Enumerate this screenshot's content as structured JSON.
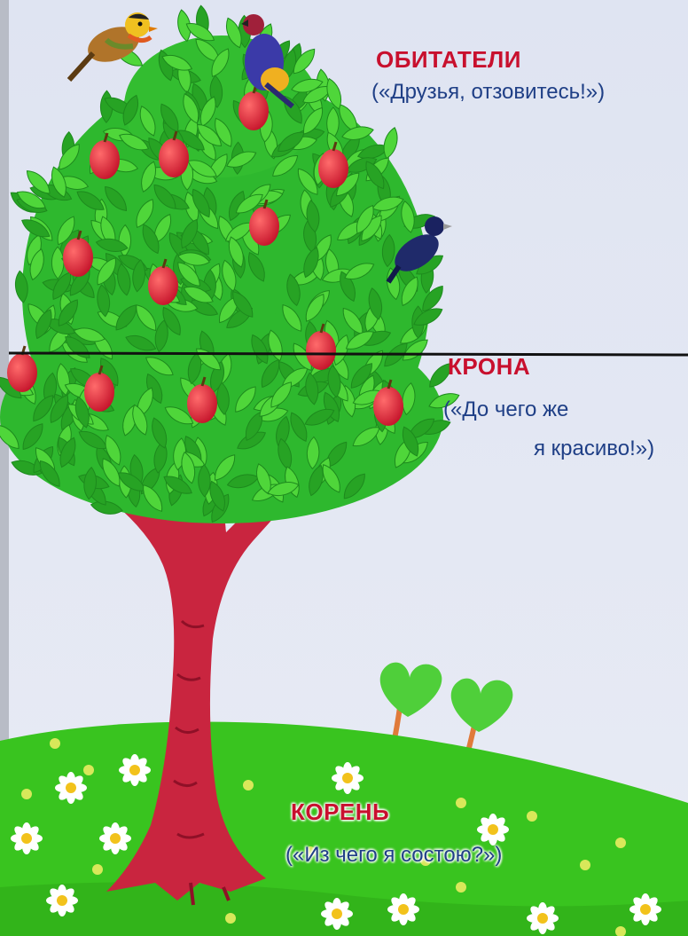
{
  "sections": [
    {
      "id": "inhabitants",
      "title": "ОБИТАТЕЛИ",
      "subtitle": "(«Друзья, отзовитесь!»)"
    },
    {
      "id": "crown",
      "title": "КРОНА",
      "subtitle_line1": "(«До чего же",
      "subtitle_line2": "я красиво!»)"
    },
    {
      "id": "root",
      "title": "КОРЕНЬ",
      "subtitle": "(«Из чего я состою?»)"
    }
  ],
  "colors": {
    "sky": "#e4e8f3",
    "grass": "#39c41f",
    "trunk": "#c9253f",
    "leaf": "#2eb82e",
    "apple": "#d9233a",
    "title": "#c8102e",
    "subtitle": "#1f3f86"
  },
  "icons": [
    "bird-icon",
    "apple-icon",
    "flower-icon",
    "heart-sprout-icon"
  ]
}
